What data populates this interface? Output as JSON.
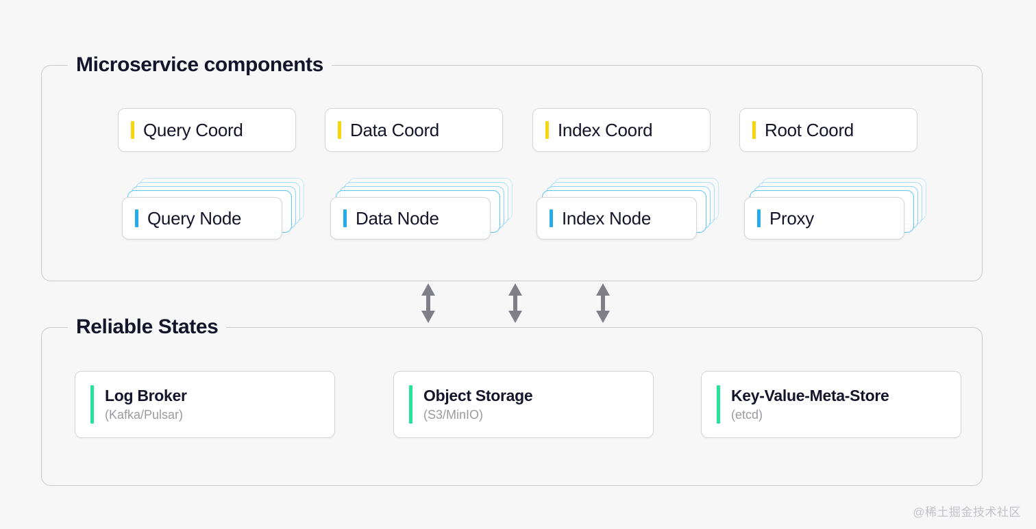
{
  "canvas": {
    "background": "#f7f7f8",
    "watermark": "@稀土掘金技术社区"
  },
  "colors": {
    "accent_coordinator": "#f5d60a",
    "accent_node": "#23ace8",
    "accent_state": "#26e39c",
    "panel_border": "#c9c9cd",
    "card_border": "#d6d6da",
    "text_primary": "#14142b",
    "text_muted": "#9a9aa2",
    "arrow": "#7f7f89"
  },
  "microservice_panel": {
    "title": "Microservice components",
    "coordinators": [
      {
        "label": "Query Coord"
      },
      {
        "label": "Data Coord"
      },
      {
        "label": "Index Coord"
      },
      {
        "label": "Root Coord"
      }
    ],
    "nodes": [
      {
        "label": "Query Node",
        "stack_count": 4
      },
      {
        "label": "Data Node",
        "stack_count": 4
      },
      {
        "label": "Index Node",
        "stack_count": 4
      },
      {
        "label": "Proxy",
        "stack_count": 4
      }
    ]
  },
  "connectors": {
    "type": "double-headed-vertical-arrow",
    "count": 3,
    "x_positions": [
      625,
      752,
      880
    ]
  },
  "reliable_panel": {
    "title": "Reliable States",
    "stores": [
      {
        "title": "Log Broker",
        "subtitle": "(Kafka/Pulsar)"
      },
      {
        "title": "Object Storage",
        "subtitle": "(S3/MinIO)"
      },
      {
        "title": "Key-Value-Meta-Store",
        "subtitle": "(etcd)"
      }
    ]
  }
}
